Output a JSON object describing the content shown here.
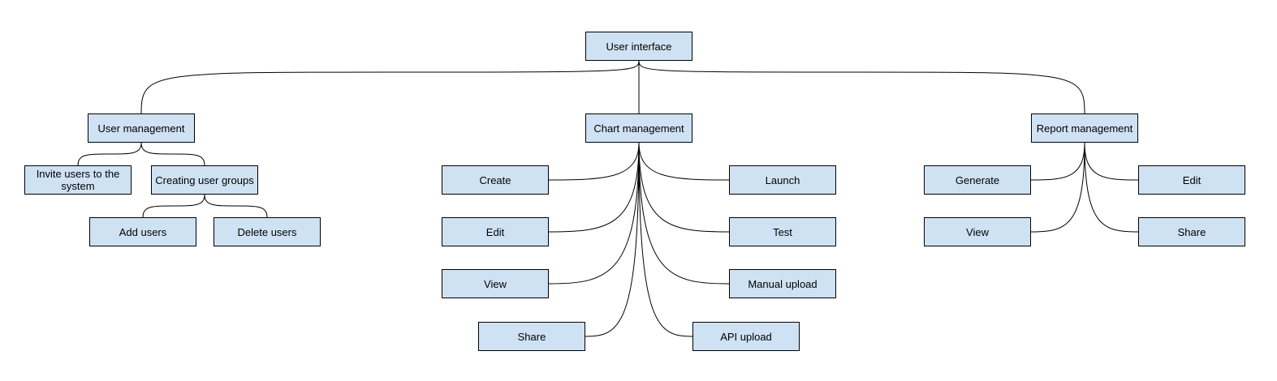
{
  "style": {
    "box_fill": "#cfe2f3",
    "box_border": "#000000",
    "connector": "#000000"
  },
  "nodes": {
    "root": "User interface",
    "user_mgmt": "User management",
    "chart_mgmt": "Chart management",
    "report_mgmt": "Report management",
    "invite": "Invite users to the system",
    "groups": "Creating user groups",
    "add_users": "Add users",
    "delete_users": "Delete users",
    "create": "Create",
    "edit_chart": "Edit",
    "view_chart": "View",
    "share_chart": "Share",
    "launch": "Launch",
    "test": "Test",
    "manual_upload": "Manual upload",
    "api_upload": "API upload",
    "generate": "Generate",
    "view_report": "View",
    "edit_report": "Edit",
    "share_report": "Share"
  },
  "edges": [
    [
      "root",
      "user_mgmt"
    ],
    [
      "root",
      "chart_mgmt"
    ],
    [
      "root",
      "report_mgmt"
    ],
    [
      "user_mgmt",
      "invite"
    ],
    [
      "user_mgmt",
      "groups"
    ],
    [
      "groups",
      "add_users"
    ],
    [
      "groups",
      "delete_users"
    ],
    [
      "chart_mgmt",
      "create"
    ],
    [
      "chart_mgmt",
      "edit_chart"
    ],
    [
      "chart_mgmt",
      "view_chart"
    ],
    [
      "chart_mgmt",
      "share_chart"
    ],
    [
      "chart_mgmt",
      "launch"
    ],
    [
      "chart_mgmt",
      "test"
    ],
    [
      "chart_mgmt",
      "manual_upload"
    ],
    [
      "chart_mgmt",
      "api_upload"
    ],
    [
      "report_mgmt",
      "generate"
    ],
    [
      "report_mgmt",
      "view_report"
    ],
    [
      "report_mgmt",
      "edit_report"
    ],
    [
      "report_mgmt",
      "share_report"
    ]
  ]
}
